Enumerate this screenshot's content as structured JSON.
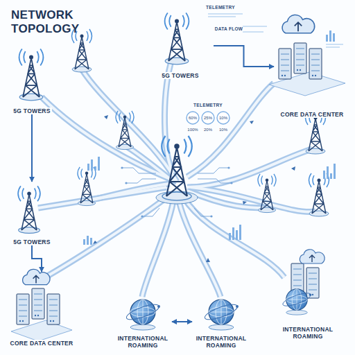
{
  "diagram": {
    "title": "NETWORK TOPOLOGY",
    "nodes": [
      {
        "text": [
          "5G TOWERS"
        ]
      },
      {
        "text": [
          "5G TOWERS"
        ]
      },
      {
        "text": [
          "CORE DATA CENTER"
        ]
      },
      {
        "text": [
          "5G TOWERS"
        ]
      },
      {
        "text": [
          "CORE DATA CENTER"
        ]
      },
      {
        "text": [
          "INTERNATIONAL ROAMING"
        ]
      },
      {
        "text": [
          "INTERNATIONAL ROAMING"
        ]
      },
      {
        "text": [
          "INTERNATIONAL ROAMING"
        ]
      }
    ],
    "edges": [
      {
        "from": 1,
        "to": 2,
        "arrow": "to"
      },
      {
        "from": 3,
        "to": 4,
        "arrow": "to"
      },
      {
        "from": 5,
        "to": 6,
        "arrow": "both"
      },
      {
        "from": 0,
        "to": 3,
        "arrow": "to"
      }
    ],
    "labels": [
      "TELEMETRY",
      "DATA FLOW",
      "TELEMETRY",
      "60%",
      "25%",
      "10%",
      "100%",
      "20%",
      "10%"
    ]
  }
}
